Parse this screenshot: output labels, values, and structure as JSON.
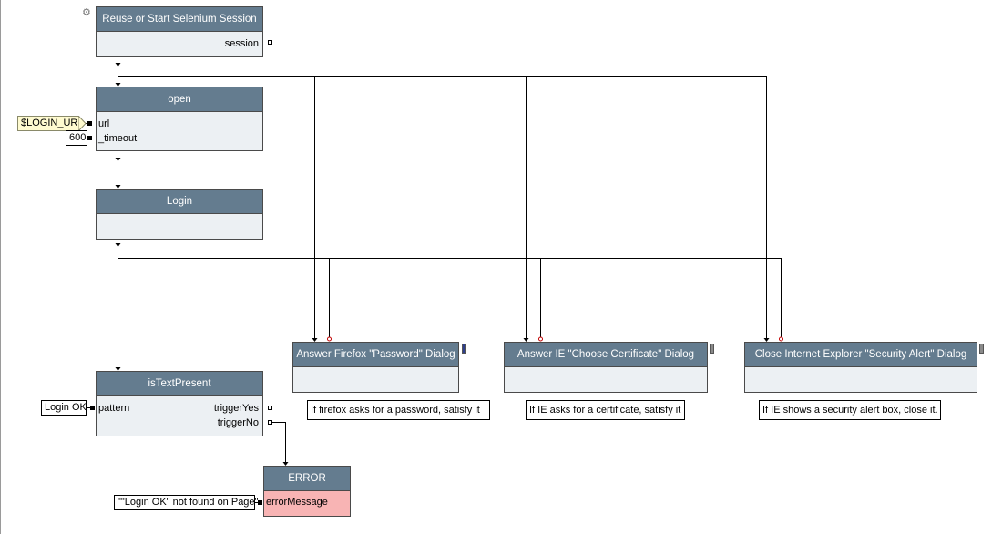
{
  "nodes": {
    "session": {
      "title": "Reuse or Start Selenium Session",
      "out_session": "session"
    },
    "open": {
      "title": "open",
      "in_url": "url",
      "in_timeout": "_timeout"
    },
    "login": {
      "title": "Login"
    },
    "istext": {
      "title": "isTextPresent",
      "in_pattern": "pattern",
      "out_yes": "triggerYes",
      "out_no": "triggerNo"
    },
    "error": {
      "title": "ERROR",
      "in_message": "errorMessage"
    },
    "firefox": {
      "title": "Answer Firefox \"Password\" Dialog"
    },
    "iecert": {
      "title": "Answer IE \"Choose Certificate\" Dialog"
    },
    "iealert": {
      "title": "Close Internet Explorer \"Security Alert\" Dialog"
    }
  },
  "constants": {
    "login_url": "$LOGIN_URL",
    "timeout": "600",
    "pattern": "Login OK",
    "error_message": "\"\"Login OK\" not found on Page\""
  },
  "comments": {
    "firefox": "If firefox asks for a password, satisfy it",
    "iecert": "If IE asks for a certificate, satisfy it",
    "iealert": "If IE shows a security alert box, close it."
  },
  "icons": {
    "settings": "gear-icon",
    "marker_active": "#2e3f8c",
    "marker_idle": "#8a8a8a"
  },
  "colors": {
    "node_header": "#647c8f",
    "node_body": "#ecf0f3",
    "error_body": "#f8b4b4",
    "variable_bg": "#fffbd0"
  }
}
